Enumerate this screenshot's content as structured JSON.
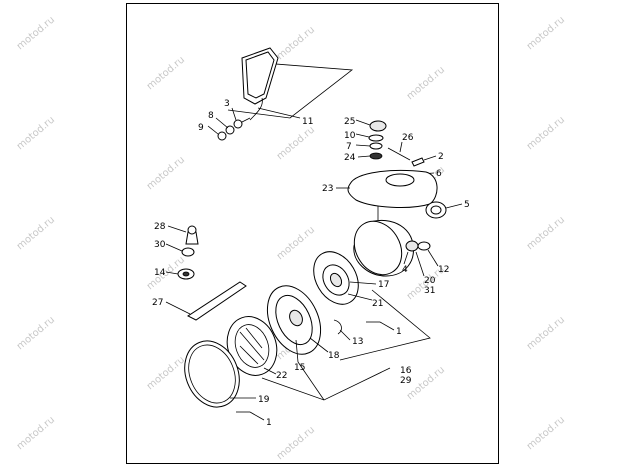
{
  "watermark": "motod.ru",
  "labels": {
    "p1a": "1",
    "p1b": "1",
    "p2": "2",
    "p3": "3",
    "p4": "4",
    "p5": "5",
    "p6": "6",
    "p7": "7",
    "p8": "8",
    "p9": "9",
    "p10": "10",
    "p11": "11",
    "p12": "12",
    "p13": "13",
    "p14": "14",
    "p15": "15",
    "p16": "16",
    "p17": "17",
    "p18": "18",
    "p19": "19",
    "p20": "20",
    "p21": "21",
    "p22": "22",
    "p23": "23",
    "p24": "24",
    "p25": "25",
    "p26": "26",
    "p27": "27",
    "p28": "28",
    "p29": "29",
    "p30": "30",
    "p31": "31"
  }
}
